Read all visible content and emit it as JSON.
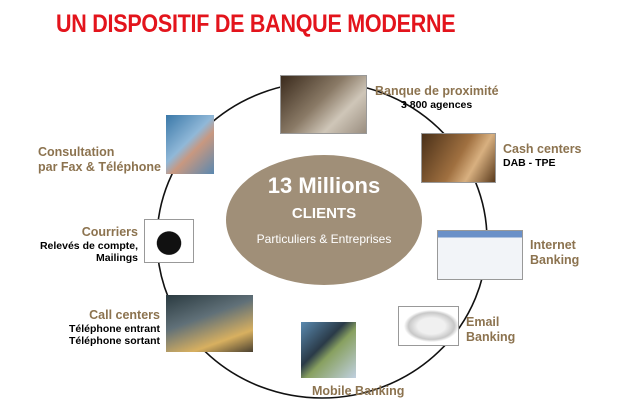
{
  "title": "UN DISPOSITIF DE BANQUE MODERNE",
  "hub": {
    "line1": "13 Millions",
    "line2": "CLIENTS",
    "line3": "Particuliers & Entreprises"
  },
  "channels": {
    "proximite": {
      "title": "Banque de proximité",
      "sub": "3 800 agences"
    },
    "cash": {
      "title": "Cash centers",
      "sub": "DAB - TPE"
    },
    "internet": {
      "title1": "Internet",
      "title2": "Banking"
    },
    "email": {
      "title1": "Email",
      "title2": "Banking"
    },
    "mobile": {
      "title": "Mobile Banking"
    },
    "callcenters": {
      "title": "Call centers",
      "sub1": "Téléphone entrant",
      "sub2": "Téléphone sortant"
    },
    "courriers": {
      "title": "Courriers",
      "sub1": "Relevés de compte,",
      "sub2": "Mailings"
    },
    "consultation": {
      "title1": "Consultation",
      "title2": "par Fax & Téléphone"
    }
  },
  "colors": {
    "title": "#e3141c",
    "hub": "#a08f78",
    "label": "#8c734f"
  }
}
